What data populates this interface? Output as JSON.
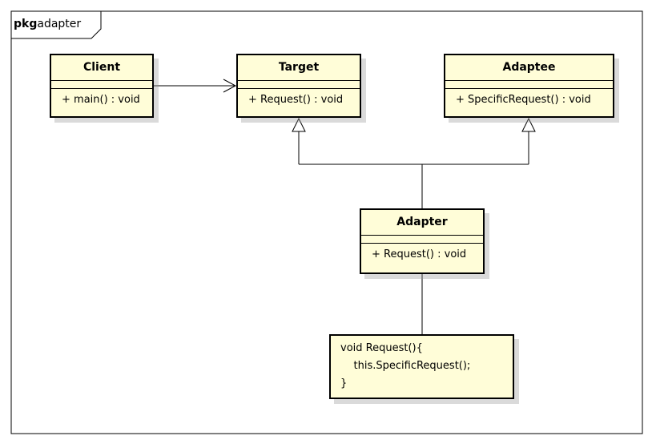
{
  "package": {
    "keyword": "pkg",
    "name": "adapter"
  },
  "classes": {
    "client": {
      "name": "Client",
      "operation": "+ main() : void"
    },
    "target": {
      "name": "Target",
      "operation": "+ Request() : void"
    },
    "adaptee": {
      "name": "Adaptee",
      "operation": "+ SpecificRequest() : void"
    },
    "adapter": {
      "name": "Adapter",
      "operation": "+ Request() : void"
    }
  },
  "note": {
    "lines": [
      "void Request(){",
      "    this.SpecificRequest();",
      "}"
    ]
  }
}
